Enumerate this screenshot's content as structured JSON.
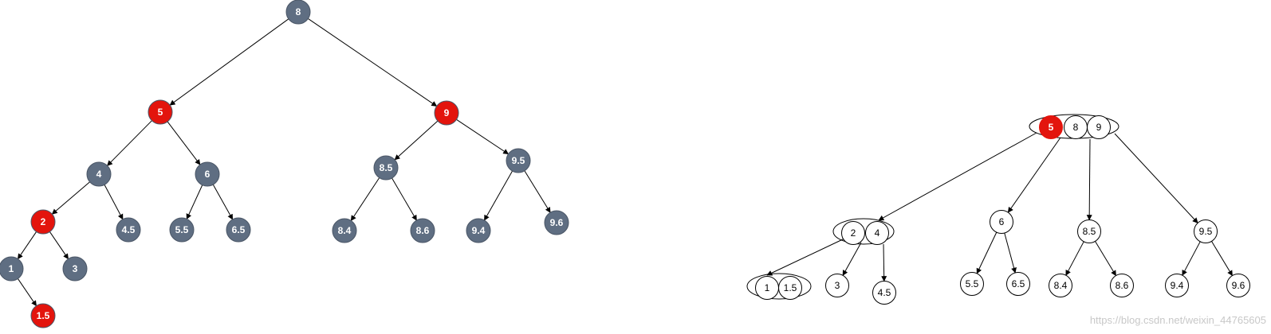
{
  "colors": {
    "dark": "#5f6e82",
    "red": "#e3140d",
    "white": "#ffffff",
    "stroke": "#000000"
  },
  "left_tree": {
    "nodes": [
      {
        "id": "n8",
        "label": "8",
        "color": "dark"
      },
      {
        "id": "n5",
        "label": "5",
        "color": "red"
      },
      {
        "id": "n9",
        "label": "9",
        "color": "red"
      },
      {
        "id": "n4",
        "label": "4",
        "color": "dark"
      },
      {
        "id": "n6",
        "label": "6",
        "color": "dark"
      },
      {
        "id": "n85",
        "label": "8.5",
        "color": "dark"
      },
      {
        "id": "n95",
        "label": "9.5",
        "color": "dark"
      },
      {
        "id": "n2",
        "label": "2",
        "color": "red"
      },
      {
        "id": "n45",
        "label": "4.5",
        "color": "dark"
      },
      {
        "id": "n55",
        "label": "5.5",
        "color": "dark"
      },
      {
        "id": "n65",
        "label": "6.5",
        "color": "dark"
      },
      {
        "id": "n84",
        "label": "8.4",
        "color": "dark"
      },
      {
        "id": "n86",
        "label": "8.6",
        "color": "dark"
      },
      {
        "id": "n94",
        "label": "9.4",
        "color": "dark"
      },
      {
        "id": "n96",
        "label": "9.6",
        "color": "dark"
      },
      {
        "id": "n1",
        "label": "1",
        "color": "dark"
      },
      {
        "id": "n3",
        "label": "3",
        "color": "dark"
      },
      {
        "id": "n15",
        "label": "1.5",
        "color": "red"
      }
    ],
    "edges": [
      [
        "n8",
        "n5"
      ],
      [
        "n8",
        "n9"
      ],
      [
        "n5",
        "n4"
      ],
      [
        "n5",
        "n6"
      ],
      [
        "n9",
        "n85"
      ],
      [
        "n9",
        "n95"
      ],
      [
        "n4",
        "n2"
      ],
      [
        "n4",
        "n45"
      ],
      [
        "n6",
        "n55"
      ],
      [
        "n6",
        "n65"
      ],
      [
        "n85",
        "n84"
      ],
      [
        "n85",
        "n86"
      ],
      [
        "n95",
        "n94"
      ],
      [
        "n95",
        "n96"
      ],
      [
        "n2",
        "n1"
      ],
      [
        "n2",
        "n3"
      ],
      [
        "n1",
        "n15"
      ]
    ]
  },
  "right_tree": {
    "nodes": [
      {
        "id": "r5",
        "label": "5",
        "color": "red"
      },
      {
        "id": "r8",
        "label": "8",
        "color": "white"
      },
      {
        "id": "r9",
        "label": "9",
        "color": "white"
      },
      {
        "id": "r2",
        "label": "2",
        "color": "white"
      },
      {
        "id": "r4",
        "label": "4",
        "color": "white"
      },
      {
        "id": "r6",
        "label": "6",
        "color": "white"
      },
      {
        "id": "r85",
        "label": "8.5",
        "color": "white"
      },
      {
        "id": "r95",
        "label": "9.5",
        "color": "white"
      },
      {
        "id": "r1",
        "label": "1",
        "color": "white"
      },
      {
        "id": "r15",
        "label": "1.5",
        "color": "white"
      },
      {
        "id": "r3",
        "label": "3",
        "color": "white"
      },
      {
        "id": "r45",
        "label": "4.5",
        "color": "white"
      },
      {
        "id": "r55",
        "label": "5.5",
        "color": "white"
      },
      {
        "id": "r65",
        "label": "6.5",
        "color": "white"
      },
      {
        "id": "r84",
        "label": "8.4",
        "color": "white"
      },
      {
        "id": "r86",
        "label": "8.6",
        "color": "white"
      },
      {
        "id": "r94",
        "label": "9.4",
        "color": "white"
      },
      {
        "id": "r96",
        "label": "9.6",
        "color": "white"
      }
    ],
    "groups": [
      {
        "id": "g-root",
        "members": [
          "r5",
          "r8",
          "r9"
        ]
      },
      {
        "id": "g-24",
        "members": [
          "r2",
          "r4"
        ]
      },
      {
        "id": "g-1-15",
        "members": [
          "r1",
          "r15"
        ]
      }
    ],
    "edges": [
      [
        "g-root",
        "g-24"
      ],
      [
        "g-root",
        "r6"
      ],
      [
        "g-root",
        "r85"
      ],
      [
        "g-root",
        "r95"
      ],
      [
        "g-24",
        "g-1-15"
      ],
      [
        "g-24",
        "r3"
      ],
      [
        "g-24",
        "r45"
      ],
      [
        "r6",
        "r55"
      ],
      [
        "r6",
        "r65"
      ],
      [
        "r85",
        "r84"
      ],
      [
        "r85",
        "r86"
      ],
      [
        "r95",
        "r94"
      ],
      [
        "r95",
        "r96"
      ]
    ]
  },
  "watermark": "https://blog.csdn.net/weixin_44765605"
}
